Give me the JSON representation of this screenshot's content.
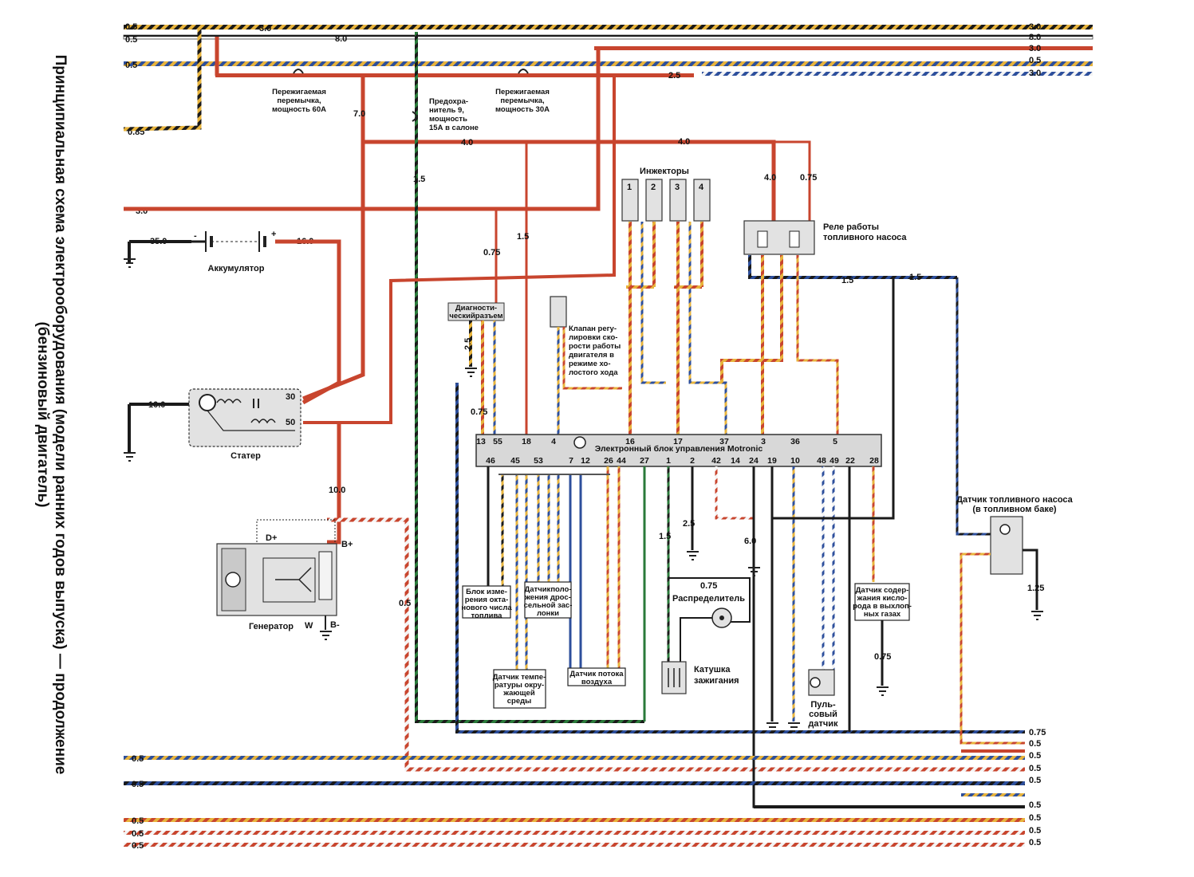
{
  "title": {
    "line1": "Принципиальная схема электрооборудования (модели ранних годов выпуска) — продолжение",
    "line2": "(бензиновый двигатель)"
  },
  "colors": {
    "red": "#c8452e",
    "blue": "#2d4f9c",
    "yellow": "#e8b43c",
    "black": "#1a1a1a",
    "green": "#2a7a3a",
    "white": "#f4f4f4",
    "brown": "#8a5a2a"
  },
  "left_wire_labels": [
    "0.5",
    "0.5",
    "0.5",
    "0.85",
    "3.0",
    "35.0",
    "16.0",
    "10.0"
  ],
  "right_wire_labels": [
    "3.0",
    "8.0",
    "3.0",
    "0.5",
    "3.0"
  ],
  "bottom_left_labels": [
    "0.5",
    "0.5",
    "0.5",
    "0.5",
    "0.5"
  ],
  "bottom_right_labels": [
    "0.75",
    "0.5",
    "0.5",
    "0.5",
    "0.5",
    "0.5",
    "0.5",
    "0.5",
    "0.5"
  ],
  "wire_gauges": {
    "top_3_0": "3.0",
    "top_8_0": "8.0",
    "w_2_5": "2.5",
    "w_7_0": "7.0",
    "w_4_0a": "4.0",
    "w_4_0b": "4.0",
    "w_1_5a": "1.5",
    "w_0_75a": "0.75",
    "w_1_5b": "1.5",
    "relay_4_0": "4.0",
    "relay_0_75": "0.75",
    "w_1_5c": "1.5",
    "w_1_5d": "1.5",
    "w_10_0": "10.0",
    "w_0_5": "0.5",
    "w_2_5diag": "2.5"
  },
  "labels": {
    "fuse_link_60": "Пережигаемая перемычка, мощность 60А",
    "fuse_9": "Предохранитель 9, мощность 15А в салоне",
    "fuse_link_30": "Пережигаемая перемычка, мощность 30А",
    "injectors": "Инжекторы",
    "fuel_pump_relay": "Реле работы топливного насоса",
    "battery": "Аккумулятор",
    "starter": "Статер",
    "generator": "Генератор",
    "diag_connector": "Диагностический разъем",
    "idle_valve": "Клапан регулировки скорости работы двигателя в режиме холостого хода",
    "ecu": "Электронный блок управления Motronic",
    "octane": "Блок измерения октанового числа топлива",
    "throttle": "Датчик положения дроссельной заслонки",
    "ambient_temp": "Датчик температуры окружающей среды",
    "air_flow": "Датчик потока воздуха",
    "distributor": "Распределитель",
    "coil": "Катушка зажигания",
    "pulse_sensor": "Пульсовый датчик",
    "oxygen": "Датчик содержания кислорода в выхлопных газах",
    "fuel_pump_sensor": "Датчик топливного насоса (в топливном баке)"
  },
  "ecu_top_pins": [
    "13",
    "55",
    "18",
    "4",
    "16",
    "17",
    "37",
    "3",
    "36",
    "5"
  ],
  "ecu_bottom_pins": [
    "46",
    "45",
    "53",
    "7",
    "12",
    "26",
    "44",
    "27",
    "1",
    "2",
    "42",
    "14",
    "24",
    "19",
    "10",
    "48",
    "49",
    "22",
    "28"
  ],
  "terminals": {
    "t30": "30",
    "t50": "50",
    "dplus": "D+",
    "bplus": "B+",
    "bminus": "B-",
    "w": "W",
    "minus": "-",
    "plus": "+"
  },
  "injector_numbers": [
    "1",
    "2",
    "3",
    "4"
  ],
  "gauges_misc": [
    "0.75",
    "1.5",
    "2.5",
    "6.0",
    "1.25",
    "0.75"
  ]
}
